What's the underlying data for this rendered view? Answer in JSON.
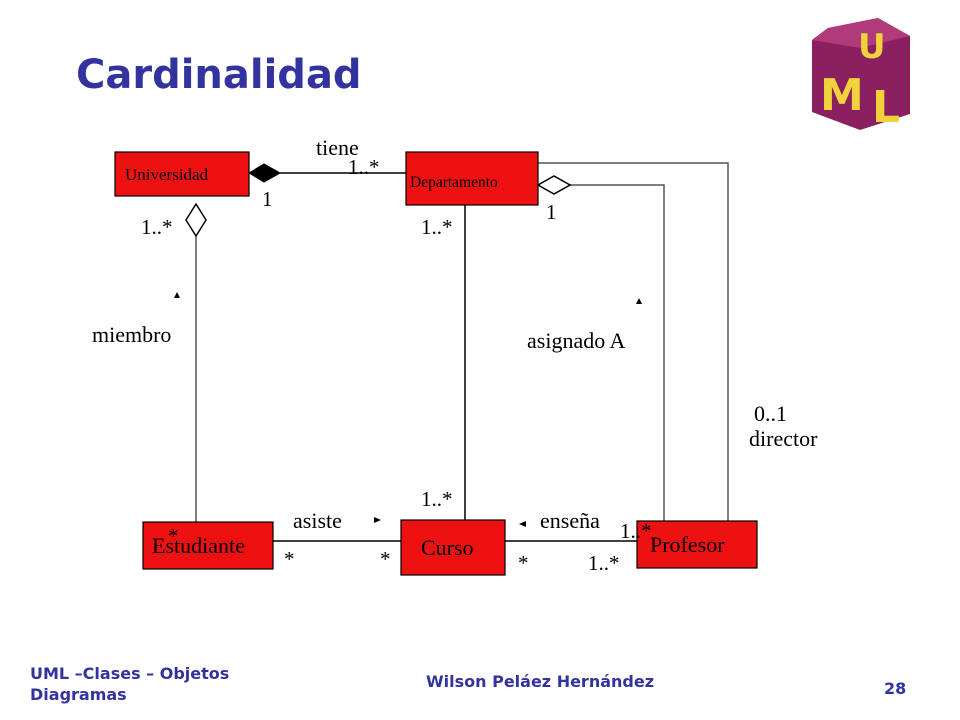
{
  "title": "Cardinalidad",
  "logo": {
    "letters": [
      "U",
      "M",
      "L"
    ],
    "colors": {
      "cube": "#8a2060",
      "letters": "#f2d23a"
    }
  },
  "classes": {
    "universidad": "Universidad",
    "departamento": "Departamento",
    "estudiante": "Estudiante",
    "curso": "Curso",
    "profesor": "Profesor"
  },
  "associations": {
    "tiene": {
      "label": "tiene",
      "mult_source": "1",
      "mult_target": "1..*"
    },
    "miembro": {
      "label": "miembro",
      "mult_universidad": "1..*",
      "mult_estudiante": "*"
    },
    "dept_curso": {
      "mult_departamento": "1..*",
      "mult_curso": "1..*"
    },
    "asignado": {
      "label": "asignado A",
      "mult_departamento": "1",
      "mult_profesor": "1..*"
    },
    "director": {
      "label_mult": "0..1",
      "label": "director"
    },
    "asiste": {
      "label": "asiste",
      "mult_estudiante": "*",
      "mult_curso": "*"
    },
    "ensena": {
      "label": "enseña",
      "mult_curso": "*",
      "mult_profesor": "1..*"
    }
  },
  "colors": {
    "class_fill": "#ee1111",
    "title": "#3333a0"
  },
  "footer": {
    "left": "UML –Clases – Objetos Diagramas",
    "center": "Wilson Peláez Hernández",
    "page": "28"
  }
}
